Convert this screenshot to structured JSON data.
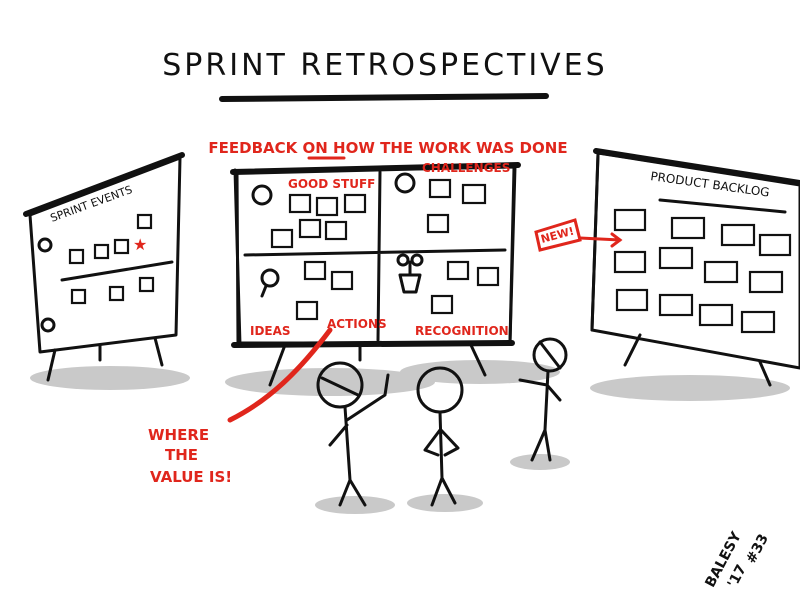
{
  "title": "SPRINT RETROSPECTIVES",
  "subtitle": "FEEDBACK ON HOW THE WORK WAS DONE",
  "subtitle_emphasis": "HOW",
  "left_board": {
    "title": "SPRINT EVENTS"
  },
  "center_board": {
    "quadrants": [
      "GOOD STUFF",
      "CHALLENGES",
      "IDEAS",
      "ACTIONS",
      "RECOGNITION"
    ]
  },
  "right_board": {
    "title": "PRODUCT BACKLOG"
  },
  "new_label": "NEW!",
  "value_note": [
    "WHERE",
    "THE",
    "VALUE IS!"
  ],
  "signature": [
    "BALESY",
    "'17",
    "#33"
  ],
  "colors": {
    "ink": "#111111",
    "accent": "#e0261c",
    "shadow": "#c9c9c9"
  }
}
